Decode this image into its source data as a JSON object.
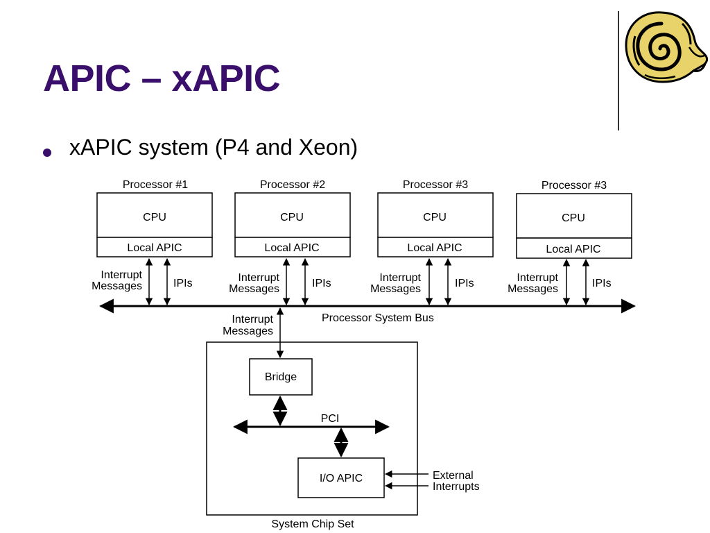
{
  "slide": {
    "title": "APIC – xAPIC",
    "bullet": "xAPIC system (P4 and Xeon)",
    "logo_icon": "scroll-icon"
  },
  "diagram": {
    "processors": [
      {
        "name": "Processor #1",
        "cpu": "CPU",
        "apic": "Local APIC",
        "interrupt": [
          "Interrupt",
          "Messages"
        ],
        "ipi": "IPIs"
      },
      {
        "name": "Processor #2",
        "cpu": "CPU",
        "apic": "Local APIC",
        "interrupt": [
          "Interrupt",
          "Messages"
        ],
        "ipi": "IPIs"
      },
      {
        "name": "Processor #3",
        "cpu": "CPU",
        "apic": "Local APIC",
        "interrupt": [
          "Interrupt",
          "Messages"
        ],
        "ipi": "IPIs"
      },
      {
        "name": "Processor #3",
        "cpu": "CPU",
        "apic": "Local APIC",
        "interrupt": [
          "Interrupt",
          "Messages"
        ],
        "ipi": "IPIs"
      }
    ],
    "system_bus": "Processor System Bus",
    "bus_interrupt": [
      "Interrupt",
      "Messages"
    ],
    "bridge": "Bridge",
    "pci": "PCI",
    "io_apic": "I/O APIC",
    "external": [
      "External",
      "Interrupts"
    ],
    "chipset": "System Chip Set"
  }
}
